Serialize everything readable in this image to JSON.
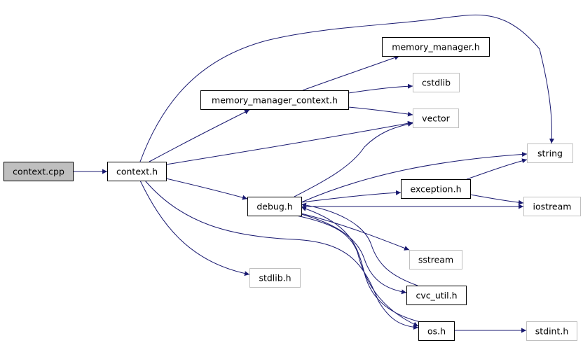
{
  "diagram": {
    "type": "include-dependency-graph",
    "edge_color": "#191970",
    "nodes": [
      {
        "id": "context_cpp",
        "label": "context.cpp",
        "style": "root"
      },
      {
        "id": "context_h",
        "label": "context.h",
        "style": "documented"
      },
      {
        "id": "memory_manager_context_h",
        "label": "memory_manager_context.h",
        "style": "documented"
      },
      {
        "id": "memory_manager_h",
        "label": "memory_manager.h",
        "style": "documented"
      },
      {
        "id": "cstdlib",
        "label": "cstdlib",
        "style": "external"
      },
      {
        "id": "vector",
        "label": "vector",
        "style": "external"
      },
      {
        "id": "string",
        "label": "string",
        "style": "external"
      },
      {
        "id": "debug_h",
        "label": "debug.h",
        "style": "documented"
      },
      {
        "id": "exception_h",
        "label": "exception.h",
        "style": "documented"
      },
      {
        "id": "iostream",
        "label": "iostream",
        "style": "external"
      },
      {
        "id": "sstream",
        "label": "sstream",
        "style": "external"
      },
      {
        "id": "stdlib_h",
        "label": "stdlib.h",
        "style": "external"
      },
      {
        "id": "cvc_util_h",
        "label": "cvc_util.h",
        "style": "documented"
      },
      {
        "id": "os_h",
        "label": "os.h",
        "style": "documented"
      },
      {
        "id": "stdint_h",
        "label": "stdint.h",
        "style": "external"
      }
    ],
    "edges": [
      {
        "from": "context_cpp",
        "to": "context_h"
      },
      {
        "from": "context_h",
        "to": "memory_manager_context_h"
      },
      {
        "from": "context_h",
        "to": "string"
      },
      {
        "from": "context_h",
        "to": "vector"
      },
      {
        "from": "context_h",
        "to": "debug_h"
      },
      {
        "from": "context_h",
        "to": "stdlib_h"
      },
      {
        "from": "context_h",
        "to": "os_h"
      },
      {
        "from": "memory_manager_context_h",
        "to": "memory_manager_h"
      },
      {
        "from": "memory_manager_context_h",
        "to": "cstdlib"
      },
      {
        "from": "memory_manager_context_h",
        "to": "vector"
      },
      {
        "from": "debug_h",
        "to": "vector"
      },
      {
        "from": "debug_h",
        "to": "string"
      },
      {
        "from": "debug_h",
        "to": "exception_h"
      },
      {
        "from": "debug_h",
        "to": "iostream"
      },
      {
        "from": "debug_h",
        "to": "sstream"
      },
      {
        "from": "debug_h",
        "to": "cvc_util_h"
      },
      {
        "from": "debug_h",
        "to": "os_h"
      },
      {
        "from": "exception_h",
        "to": "string"
      },
      {
        "from": "exception_h",
        "to": "iostream"
      },
      {
        "from": "exception_h",
        "to": "debug_h"
      },
      {
        "from": "cvc_util_h",
        "to": "debug_h"
      },
      {
        "from": "os_h",
        "to": "debug_h"
      },
      {
        "from": "os_h",
        "to": "stdint_h"
      }
    ]
  }
}
